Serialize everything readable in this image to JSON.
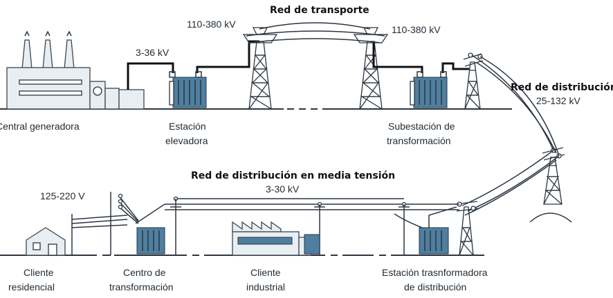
{
  "titles": {
    "transport": "Red de transporte",
    "distribution": "Red de distribución",
    "medium_voltage": "Red de distribución en media tensión"
  },
  "voltages": {
    "generator_out": "3-36 kV",
    "transport_left": "110-380 kV",
    "transport_right": "110-380 kV",
    "distribution": "25-132 kV",
    "medium": "3-30 kV",
    "residential": "125-220 V"
  },
  "nodes": {
    "generator": [
      "Central generadora"
    ],
    "step_up": [
      "Estación",
      "elevadora"
    ],
    "substation": [
      "Subestación de",
      "transformación"
    ],
    "residential": [
      "Cliente",
      "residencial"
    ],
    "transform_center": [
      "Centro de",
      "transformación"
    ],
    "industrial": [
      "Cliente",
      "industrial"
    ],
    "dist_station": [
      "Estación trasnformadora",
      "de distribución"
    ]
  }
}
